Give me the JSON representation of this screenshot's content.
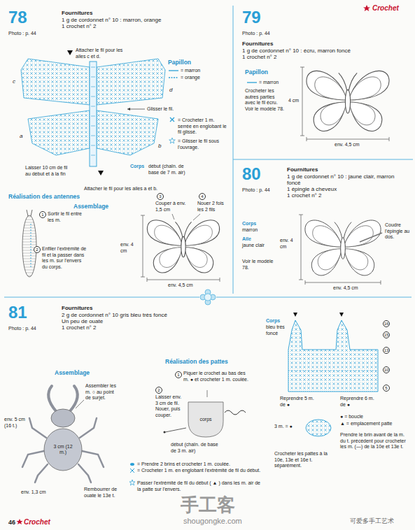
{
  "diagram": {
    "nodes": [
      {
        "text": [
          "3 cm (12 m.)"
        ]
      },
      {
        "text": [
          "corps"
        ]
      }
    ],
    "labels": [
      "78",
      "Photo : p. 44",
      "Fournitures",
      "1 g de cordonnet n° 10 : marron, orange",
      "1 crochet n° 2",
      "Attacher le fil pour les ailes c et d.",
      "Papillon",
      "c",
      "d",
      "a",
      "b",
      "Glisser le fil.",
      "= Crocheter 1 m. serrée en englobant le fil glissé.",
      "= Glisser le fil sous l'ouvrage.",
      "Laisser 10 cm de fil au début et à la fin",
      "Corps",
      "début (chaîn. de base de 7 m. air)",
      "Attacher le fil pour les ailes a et b.",
      "Réalisation des antennes",
      "Assemblage",
      "1",
      "Sortir le fil entre les m.",
      "2",
      "Enfiler l'extrémité de fil et la passer dans les m. sur l'envers du corps.",
      "3",
      "Couper à env. 1,5 cm",
      "4",
      "Nouer 2 fois les 2 fils",
      "env. 4 cm",
      "env. 4,5 cm",
      "79",
      "Photo : p. 44",
      "Fournitures",
      "1 g de cordonnet n° 10 : écru, marron foncé",
      "1 crochet n° 2",
      "Papillon",
      "Crocheter les autres parties avec le fil écru. Voir le modèle 78.",
      "4 cm",
      "env. 4,5 cm",
      "80",
      "Photo : p. 44",
      "Fournitures",
      "1 g de cordonnet n° 10 : jaune clair, marron foncé",
      "1 épingle à cheveux",
      "1 crochet n° 2",
      "Corps",
      "marron",
      "Aile",
      "jaune clair",
      "Voir le modèle 78.",
      "env. 4 cm",
      "Coudre l'épingle au dos.",
      "env. 4,5 cm",
      "81",
      "Photo : p. 44",
      "Fournitures",
      "2 g de cordonnet n° 10 gris bleu très foncé",
      "Un peu de ouate",
      "1 crochet n° 2",
      "Assemblage",
      "Assembler les m. ○ au point de surjet.",
      "env. 5 cm (16 t.)",
      "env. 1,3 cm",
      "Rembourrer de ouate le 13e t.",
      "Réalisation des pattes",
      "1",
      "Piquer le crochet au bas des m. ● et crocheter 1 m. coulée.",
      "2",
      "Laisser env. 3 cm de fil. Nouer, puis couper.",
      "début (chaîn. de base de 3 m. air)",
      "= Prendre 2 brins et crocheter 1 m. coulée.",
      "= Crocheter 1 m. en englobant l'extrémité de fil du début.",
      "Passer l'extrémité de fil du début ( ▲ ) dans les m. air de la patte sur l'envers.",
      "Corps",
      "bleu très foncé",
      "16",
      "15",
      "13",
      "10",
      "5",
      "Reprendre 5 m. de ●",
      "Reprendre 6 m. de ●",
      "3 m. = ●",
      "● = boucle",
      "▲ = emplacement patte",
      "Crocheter les pattes à la 10e, 13e et 16e t. séparément.",
      "Prendre le brin avant de la m. du t. précédent pour crocheter les m. (—) de la 10e et 13e t.",
      "46",
      "Crochet",
      "Crochet",
      "手工客",
      "shougongke.com",
      "可爱多手工艺术"
    ],
    "legend": [
      {
        "text": "= marron"
      },
      {
        "text": "= orange"
      },
      {
        "text": "= marron"
      }
    ]
  }
}
